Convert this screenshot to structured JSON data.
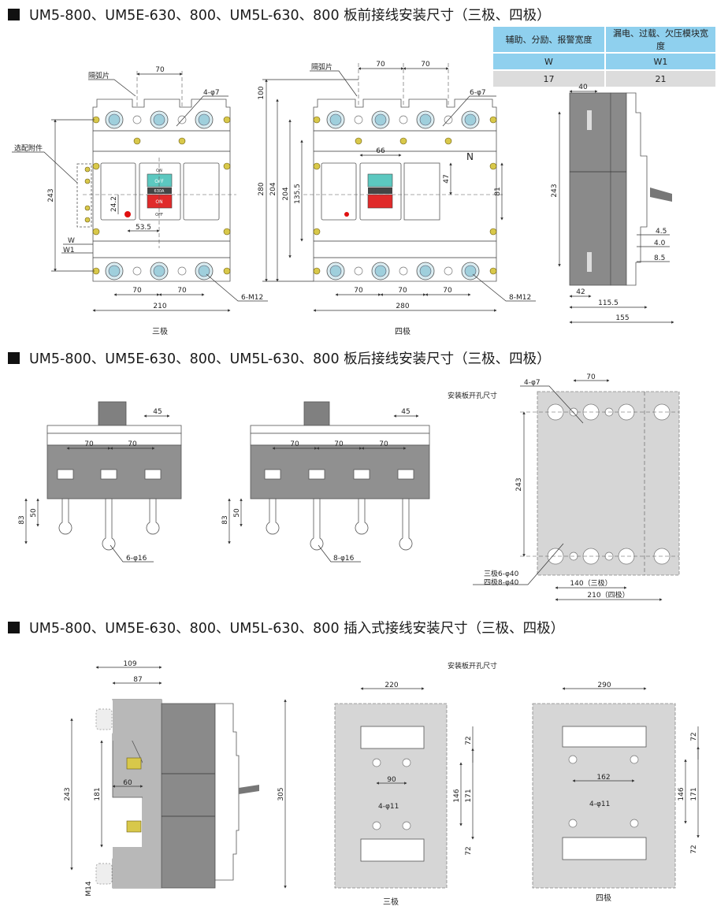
{
  "sections": [
    {
      "title": "UM5-800、UM5E-630、800、UM5L-630、800  板前接线安装尺寸（三极、四极）"
    },
    {
      "title": "UM5-800、UM5E-630、800、UM5L-630、800  板后接线安装尺寸（三极、四极）"
    },
    {
      "title": "UM5-800、UM5E-630、800、UM5L-630、800  插入式接线安装尺寸（三极、四极）"
    }
  ],
  "width_table": {
    "headers": [
      "辅助、分励、报警宽度",
      "漏电、过载、欠压模块宽度"
    ],
    "symbols": [
      "W",
      "W1"
    ],
    "values": [
      "17",
      "21"
    ]
  },
  "front_3p": {
    "arc_barrier": "隔弧片",
    "pitch_top": "70",
    "holes": "4-φ7",
    "accessory": "选配附件",
    "h243": "243",
    "d24_2": "24.2",
    "d53_5": "53.5",
    "w": "W",
    "w1": "W1",
    "pitch1": "70",
    "pitch2": "70",
    "width": "210",
    "screws": "6-M12",
    "caption": "三极",
    "switch_on": "ON",
    "switch_off": "OFF",
    "rating": "630A"
  },
  "front_4p": {
    "arc_barrier": "隔弧片",
    "pitch_top1": "70",
    "pitch_top2": "70",
    "holes": "6-φ7",
    "h100": "100",
    "h280": "280",
    "h204": "204",
    "h135_5": "135.5",
    "d66": "66",
    "d47": "47",
    "d81": "81",
    "neutral": "N",
    "pitch1": "70",
    "pitch2": "70",
    "pitch3": "70",
    "width": "280",
    "screws": "8-M12",
    "caption": "四极"
  },
  "side_view": {
    "d40": "40",
    "h243": "243",
    "d4_5": "4.5",
    "d4_0": "4.0",
    "d8_5": "8.5",
    "d42": "42",
    "d115_5": "115.5",
    "d155": "155"
  },
  "rear_3p": {
    "d45": "45",
    "pitch1": "70",
    "pitch2": "70",
    "d50": "50",
    "d83": "83",
    "holes": "6-φ16"
  },
  "rear_4p": {
    "d45": "45",
    "pitch1": "70",
    "pitch2": "70",
    "pitch3": "70",
    "d50": "50",
    "d83": "83",
    "holes": "8-φ16"
  },
  "rear_panel": {
    "title": "安装板开孔尺寸",
    "holes_small": "4-φ7",
    "pitch": "70",
    "h243": "243",
    "holes_3p": "三极6-φ40",
    "holes_4p": "四极8-φ40",
    "w3p": "140（三极）",
    "w4p": "210（四极）"
  },
  "plugin_side": {
    "d109": "109",
    "d87": "87",
    "d60": "60",
    "h243": "243",
    "h181": "181",
    "h305": "305",
    "thread": "M14"
  },
  "plugin_panel_title": "安装板开孔尺寸",
  "plugin_3p": {
    "width": "220",
    "d72a": "72",
    "d90": "90",
    "d146": "146",
    "d171": "171",
    "holes": "4-φ11",
    "d72b": "72",
    "caption": "三极"
  },
  "plugin_4p": {
    "width": "290",
    "d72a": "72",
    "d162": "162",
    "d146": "146",
    "d171": "171",
    "holes": "4-φ11",
    "d72b": "72",
    "caption": "四极"
  }
}
